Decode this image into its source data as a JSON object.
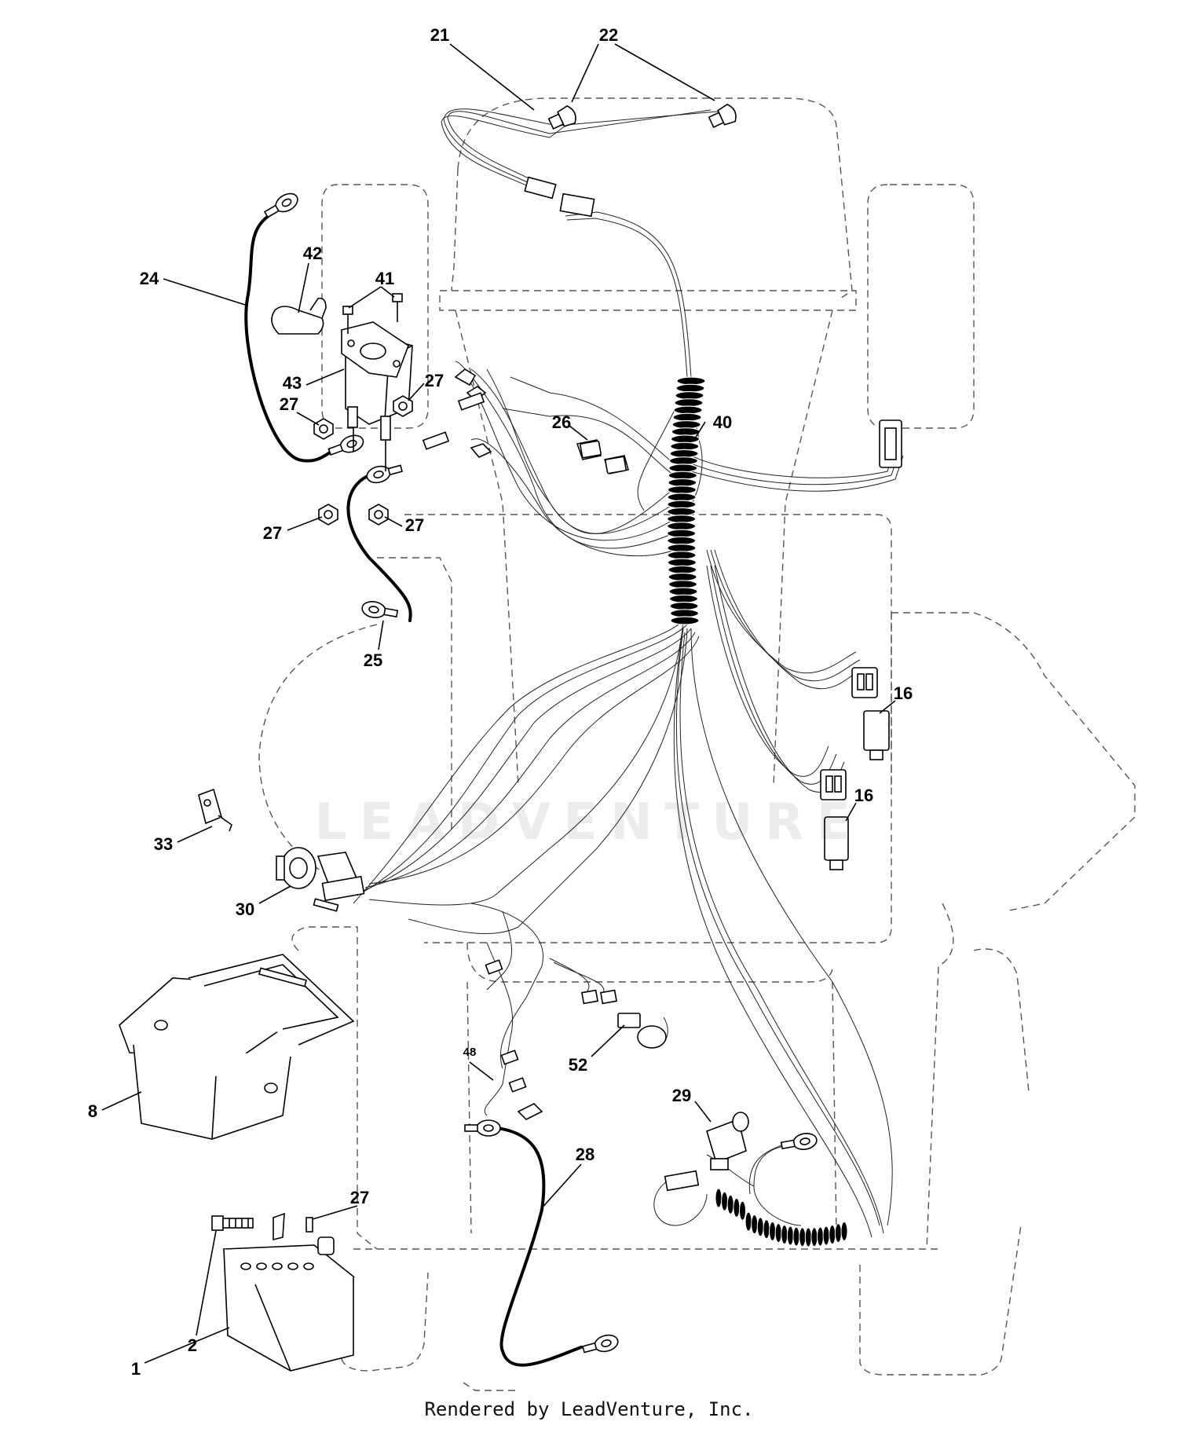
{
  "diagram": {
    "callouts": {
      "c1": "1",
      "c2": "2",
      "c8": "8",
      "c16a": "16",
      "c16b": "16",
      "c21": "21",
      "c22": "22",
      "c24": "24",
      "c25": "25",
      "c26": "26",
      "c27a": "27",
      "c27b": "27",
      "c27c": "27",
      "c27d": "27",
      "c27e": "27",
      "c28": "28",
      "c29": "29",
      "c30": "30",
      "c33": "33",
      "c40": "40",
      "c41": "41",
      "c42": "42",
      "c43": "43",
      "c48": "48",
      "c52": "52"
    },
    "watermark": "LEADVENTURE",
    "credit": "Rendered by LeadVenture, Inc."
  }
}
